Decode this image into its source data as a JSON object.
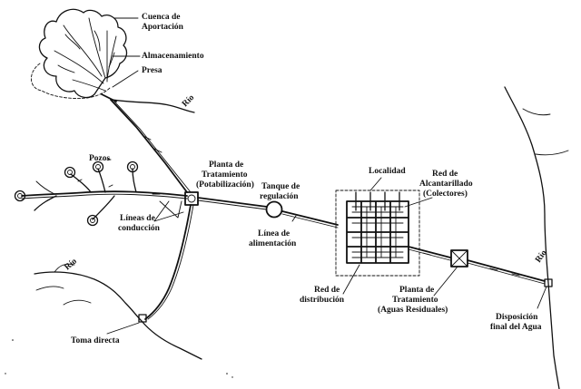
{
  "labels": {
    "cuenca_1": "Cuenca de",
    "cuenca_2": "Aportación",
    "almacenamiento": "Almacenamiento",
    "presa": "Presa",
    "rio_top": "Río",
    "pozos": "Pozos",
    "planta1_1": "Planta de",
    "planta1_2": "Tratamiento",
    "planta1_3": "(Potabilización)",
    "tanque_1": "Tanque de",
    "tanque_2": "regulación",
    "lineas_1": "Líneas de",
    "lineas_2": "conducción",
    "linea_alim_1": "Línea de",
    "linea_alim_2": "alimentación",
    "localidad": "Localidad",
    "alcant_1": "Red de",
    "alcant_2": "Alcantarillado",
    "alcant_3": "(Colectores)",
    "rio_left": "Río",
    "toma": "Toma directa",
    "red_dist_1": "Red de",
    "red_dist_2": "distribución",
    "planta2_1": "Planta de",
    "planta2_2": "Tratamiento",
    "planta2_3": "(Aguas Residuales)",
    "rio_right": "Río",
    "disp_1": "Disposición",
    "disp_2": "final del Agua"
  },
  "colors": {
    "ink": "#111111",
    "background": "#ffffff"
  }
}
